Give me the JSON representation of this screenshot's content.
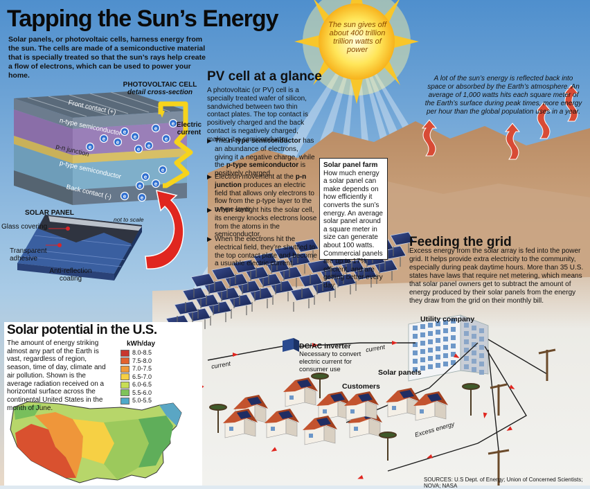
{
  "header": {
    "title": "Tapping the Sun’s Energy",
    "intro": "Solar panels, or photovoltaic cells, harness energy from the sun. The cells are made of a semiconductive material that is specially treated so that the sun’s rays help create a flow of electrons, which can be used to power your home."
  },
  "sun": {
    "text": "The sun gives off about 400 trillion trillion watts of power"
  },
  "reflection": {
    "text": "A lot of the sun’s energy is reflected back into space or absorbed by the Earth’s atmosphere. An average of 1,000 watts hits each square meter of the Earth’s surface during peak times, more energy per hour than the global population uses in a year."
  },
  "pv": {
    "heading": "PV cell at a glance",
    "body": "A photovoltaic (or PV) cell is a specially treated wafer of silicon, sandwiched between two thin contact plates. The top contact is positively charged and the back contact is negatively charged, making it a semiconductor.",
    "bullets": [
      {
        "pre": "The ",
        "bold": "n-type semiconductor",
        "post": " has an abundance of electrons, giving it a negative charge, while the ",
        "bold2": "p-type semiconductor",
        "post2": " is positively charged."
      },
      {
        "pre": "Electron movement at the ",
        "bold": "p-n junction",
        "post": " produces an electric field that allows only electrons to flow from the p-type layer to the n-type layer.",
        "bold2": "",
        "post2": ""
      },
      {
        "pre": "When sunlight hits the solar cell, its energy knocks electrons loose from the atoms in the semiconductor.",
        "bold": "",
        "post": "",
        "bold2": "",
        "post2": ""
      },
      {
        "pre": "When the electrons hit the electrical field, they’re shuttled to the top contact plate and become a usuable electric current.",
        "bold": "",
        "post": "",
        "bold2": "",
        "post2": ""
      }
    ]
  },
  "cell": {
    "label_top": "PHOTOVOLTAIC CELL",
    "label_sub": "detail cross-section",
    "layers": [
      "Front contact (+)",
      "n-type semiconductor",
      "p-n junction",
      "p-type semiconductor",
      "Back contact (-)"
    ],
    "electron_symbol": "e",
    "electric_current": "Electric current"
  },
  "panel": {
    "label": "SOLAR PANEL",
    "not_to_scale": "not to scale",
    "parts": [
      "Glass covering",
      "Transparent adhesive",
      "Anti-reflection coating"
    ]
  },
  "farm": {
    "heading": "Solar panel farm",
    "body": "How much energy a solar panel can make depends on how efficiently it converts the sun’s energy. An average solar panel around a square meter in size can generate about 100 watts. Commercial panels are up to 17% efficient, and are getting better every day."
  },
  "grid": {
    "heading": "Feeding the grid",
    "body": "Excess energy from the solar array is fed into the power grid. It helps provide extra electricity to the community, especially during peak daytime hours. More than 35 U.S. states have laws that require net metering, which means that solar panel owners get to subtract the amount of energy produced by their solar panels from the energy they draw from the grid on their monthly bill."
  },
  "labels": {
    "utility": "Utility company",
    "inverter_heading": "DC/AC inverter",
    "inverter_body": "Necessary to convert electric current for consumer use",
    "customers": "Customers",
    "solar_panels": "Solar panels",
    "current": "current",
    "excess_energy": "Excess energy",
    "sources": "SOURCES: U.S Dept. of Energy; Union of Concerned Scientists; NOVA; NASA"
  },
  "map": {
    "heading": "Solar potential in the U.S.",
    "body": "The amount of energy striking almost any part of the Earth is vast, regardless of region, season, time of day, climate and air pollution. Shown is the average radiation received on a horizontal surface across the continental United States in the month of June.",
    "legend_title": "kWh/day",
    "legend": [
      {
        "label": "8.0-8.5",
        "color": "#c8362e"
      },
      {
        "label": "7.5-8.0",
        "color": "#e2612f"
      },
      {
        "label": "7.0-7.5",
        "color": "#f09a3a"
      },
      {
        "label": "6.5-7.0",
        "color": "#f6d044"
      },
      {
        "label": "6.0-6.5",
        "color": "#c8dd55"
      },
      {
        "label": "5.5-6.0",
        "color": "#7fc35a"
      },
      {
        "label": "5.0-5.5",
        "color": "#4fa9c8"
      }
    ]
  },
  "colors": {
    "sky": "#6aa6d6",
    "desert": "#c7a07c",
    "ground": "#e6e7e3",
    "wire": "#e0261f",
    "panel": "#1f2d63"
  }
}
